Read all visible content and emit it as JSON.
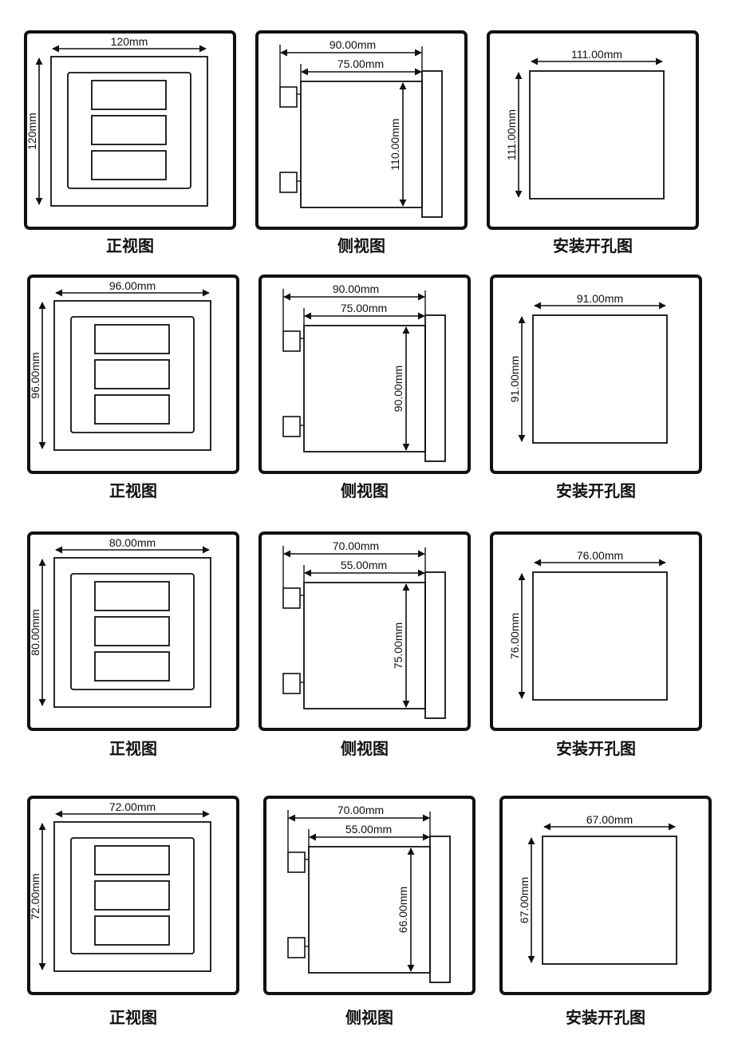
{
  "colors": {
    "line": "#111111",
    "background": "#ffffff"
  },
  "rows": [
    {
      "front": {
        "caption": "正视图",
        "width": "120mm",
        "height": "120mm"
      },
      "side": {
        "caption": "侧视图",
        "total_depth": "90.00mm",
        "body_depth": "75.00mm",
        "height": "110.00mm"
      },
      "cutout": {
        "caption": "安装开孔图",
        "width": "111.00mm",
        "height": "111.00mm"
      }
    },
    {
      "front": {
        "caption": "正视图",
        "width": "96.00mm",
        "height": "96.00mm"
      },
      "side": {
        "caption": "侧视图",
        "total_depth": "90.00mm",
        "body_depth": "75.00mm",
        "height": "90.00mm"
      },
      "cutout": {
        "caption": "安装开孔图",
        "width": "91.00mm",
        "height": "91.00mm"
      }
    },
    {
      "front": {
        "caption": "正视图",
        "width": "80.00mm",
        "height": "80.00mm"
      },
      "side": {
        "caption": "侧视图",
        "total_depth": "70.00mm",
        "body_depth": "55.00mm",
        "height": "75.00mm"
      },
      "cutout": {
        "caption": "安装开孔图",
        "width": "76.00mm",
        "height": "76.00mm"
      }
    },
    {
      "front": {
        "caption": "正视图",
        "width": "72.00mm",
        "height": "72.00mm"
      },
      "side": {
        "caption": "侧视图",
        "total_depth": "70.00mm",
        "body_depth": "55.00mm",
        "height": "66.00mm"
      },
      "cutout": {
        "caption": "安装开孔图",
        "width": "67.00mm",
        "height": "67.00mm"
      }
    }
  ]
}
